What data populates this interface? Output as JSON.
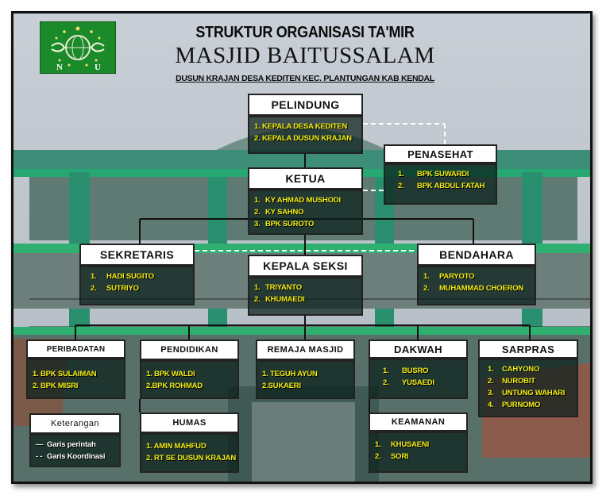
{
  "header": {
    "title": "STRUKTUR ORGANISASI TA'MIR",
    "masjid_name": "MASJID BAITUSSALAM",
    "address": "DUSUN KRAJAN DESA KEDITEN KEC. PLANTUNGAN KAB KENDAL"
  },
  "logo": {
    "letter_left": "N",
    "letter_right": "U",
    "color": "#1b8a2a"
  },
  "colors": {
    "member_text": "#f3ee14",
    "header_box": "#ffffff",
    "member_box": "#0a1e1a",
    "tile_green": "#2fb070"
  },
  "pelindung": {
    "title": "PELINDUNG",
    "members": [
      "1. KEPALA DESA KEDITEN",
      "2. KEPALA DUSUN KRAJAN"
    ]
  },
  "penasehat": {
    "title": "PENASEHAT",
    "members": [
      {
        "num": "1.",
        "name": "BPK SUWARDI"
      },
      {
        "num": "2.",
        "name": "BPK ABDUL FATAH"
      }
    ]
  },
  "ketua": {
    "title": "KETUA",
    "members": [
      {
        "num": "1.",
        "name": "KY AHMAD MUSHODI"
      },
      {
        "num": "2.",
        "name": "KY SAHNO"
      },
      {
        "num": "3.",
        "name": "BPK SUROTO"
      }
    ]
  },
  "sekretaris": {
    "title": "SEKRETARIS",
    "members": [
      {
        "num": "1.",
        "name": "HADI SUGITO"
      },
      {
        "num": "2.",
        "name": "SUTRIYO"
      }
    ]
  },
  "kepala_seksi": {
    "title": "KEPALA SEKSI",
    "members": [
      {
        "num": "1.",
        "name": "TRIYANTO"
      },
      {
        "num": "2.",
        "name": "KHUMAEDI"
      }
    ]
  },
  "bendahara": {
    "title": "BENDAHARA",
    "members": [
      {
        "num": "1.",
        "name": "PARYOTO"
      },
      {
        "num": "2.",
        "name": "MUHAMMAD CHOERON"
      }
    ]
  },
  "peribadatan": {
    "title": "PERIBADATAN",
    "members": [
      "1. BPK SULAIMAN",
      "2. BPK MISRI"
    ]
  },
  "pendidikan": {
    "title": "PENDIDIKAN",
    "members": [
      "1. BPK WALDI",
      "2.BPK ROHMAD"
    ]
  },
  "remaja": {
    "title": "REMAJA MASJID",
    "members": [
      "1. TEGUH AYUN",
      "2.SUKAERI"
    ]
  },
  "dakwah": {
    "title": "DAKWAH",
    "members": [
      {
        "num": "1.",
        "name": "BUSRO"
      },
      {
        "num": "2.",
        "name": "YUSAEDI"
      }
    ]
  },
  "sarpras": {
    "title": "SARPRAS",
    "members": [
      {
        "num": "1.",
        "name": "CAHYONO"
      },
      {
        "num": "2.",
        "name": "NUROBIT"
      },
      {
        "num": "3.",
        "name": "UNTUNG WAHARI"
      },
      {
        "num": "4.",
        "name": "PURNOMO"
      }
    ]
  },
  "humas": {
    "title": "HUMAS",
    "members": [
      "1. AMIN MAHFUD",
      "2. RT SE DUSUN KRAJAN"
    ]
  },
  "keamanan": {
    "title": "KEAMANAN",
    "members": [
      {
        "num": "1.",
        "name": "KHUSAENI"
      },
      {
        "num": "2.",
        "name": "SORI"
      }
    ]
  },
  "legend": {
    "title": "Keterangan",
    "items": [
      {
        "mark": "—",
        "label": "Garis perintah"
      },
      {
        "mark": "- -",
        "label": "Garis Koordinasi"
      }
    ]
  }
}
